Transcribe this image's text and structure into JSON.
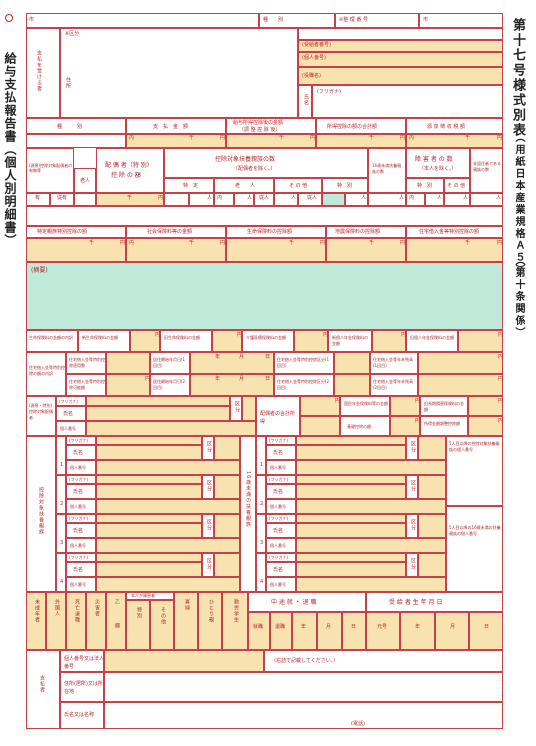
{
  "form_title": "給与支払報告書（個人別明細書）",
  "side_title": "第十七号様式別表",
  "side_subtitle": "（用紙日本産業規格Ａ５）",
  "side_article": "（第十条関係）",
  "top": {
    "city": "市",
    "category": "種　　別",
    "insured_no": "※整 理 番 号",
    "city2": "市"
  },
  "recipient": {
    "label": "支払を受ける者",
    "address_label": "住所",
    "ward_label": "※区分",
    "recipient_no": "(受給者番号)",
    "individual_no": "(個人番号)",
    "title": "(役職名)",
    "furigana": "(フリガナ)",
    "name": "氏名"
  },
  "income_row": {
    "type": "種　　　別",
    "payment": "支　払　金　額",
    "after_deduction": "給与所得控除後の金額",
    "after_deduction_sub": "（調 整 控 除 後）",
    "total_deduction": "所得控除の額の合計額",
    "tax": "源 泉 徴 収 税 額",
    "inner": "内",
    "yen": "円",
    "thousand": "千"
  },
  "dependents": {
    "spouse_cell": "(源泉)控除対象配偶者の有無等",
    "elderly": "老人",
    "spouse_deduction": "配 偶 者（特 別）",
    "spouse_deduction2": "控 除 の 額",
    "dependent_count": "控除対象扶養親族の数",
    "dependent_count_sub": "（配偶者を除く。）",
    "specific": "特　定",
    "old": "老　　人",
    "other": "そ の 他",
    "under16": "16歳未満扶養親族の数",
    "disabled": "障 害 者 の 数",
    "disabled_sub": "（本人を除く。）",
    "special": "特　別",
    "other2": "そ の 他",
    "nonresident": "非居住者である親族の数",
    "yes": "有",
    "jyu": "従有",
    "person": "人",
    "inner2": "内",
    "jyu2": "従人"
  },
  "insurance_row": {
    "social": "社会保険料等の金額",
    "life": "生命保険料の控除額",
    "earthquake": "地震保険料の控除額",
    "housing": "住宅借入金等特別控除の額",
    "specific_acq": "特定親族特別控除の額"
  },
  "remarks": "(摘要)",
  "details": {
    "life_breakdown": "生命保険料の金額の内訳",
    "new_life": "新生命保険料の金額",
    "old_life": "旧生命保険料の金額",
    "care": "介護医療保険料の金額",
    "new_pension": "新個人年金保険料の金額",
    "old_pension": "旧個人年金保険料の金額",
    "housing_breakdown": "住宅借入金等特別控除の額の内訳",
    "housing_applicable": "住宅借入金等特別控除適用数",
    "residence_start1": "居住開始年月日(1回目)",
    "residence_start2": "居住開始年月日(2回目)",
    "housing_type1": "住宅借入金等特別控除区分(1回目)",
    "housing_type2": "住宅借入金等特別控除区分(2回目)",
    "balance1": "住宅借入金等年末残高(1回目)",
    "balance2": "住宅借入金等年末残高(2回目)",
    "allowable": "住宅借入金等特別控除可能額",
    "year": "年",
    "month": "月",
    "day": "日"
  },
  "spouse_block": {
    "label": "(源泉・特別)控除対象配偶者",
    "furigana": "(フリガナ)",
    "name": "氏名",
    "individual_no": "個人番号",
    "div": "区分",
    "spouse_income": "配偶者の合計所得",
    "national_pension": "国民年金保険料等の金額",
    "old_long": "旧長期損害保険料の金額",
    "basic": "基礎控除の額",
    "income_adj": "所得金額調整控除額"
  },
  "dependents_block": {
    "label": "控除対象扶養親族",
    "under16_label": "16歳未満の扶養親族",
    "furigana": "(フリガナ)",
    "name": "氏名",
    "individual_no": "個人番号",
    "div": "区分",
    "note1": "5人目以降の控除対象扶養親族の個人番号",
    "note2": "5人目以降の16歳未満の扶養親族の個人番号"
  },
  "bottom_row": {
    "minor": "未成年者",
    "foreign": "外国人",
    "deceased": "死亡退職",
    "disaster": "災害者",
    "b": "乙",
    "column": "欄",
    "self_disabled": "本人が障害者",
    "special": "特別",
    "other": "その他",
    "widow": "寡婦",
    "single_parent": "ひとり親",
    "working_student": "勤労学生",
    "mid": "中 途 就 ・ 退 職",
    "employed": "就職",
    "retired": "退職",
    "birth": "受 給 者 生 年 月 日",
    "era": "元号",
    "year": "年",
    "month": "月",
    "day": "日"
  },
  "payer": {
    "label": "支払者",
    "individual_no": "個人番号又は法人番号",
    "note": "（右詰で記載してください。）",
    "address": "住所(居所)又は所在地",
    "name": "氏名又は名称",
    "phone": "(電話)"
  }
}
